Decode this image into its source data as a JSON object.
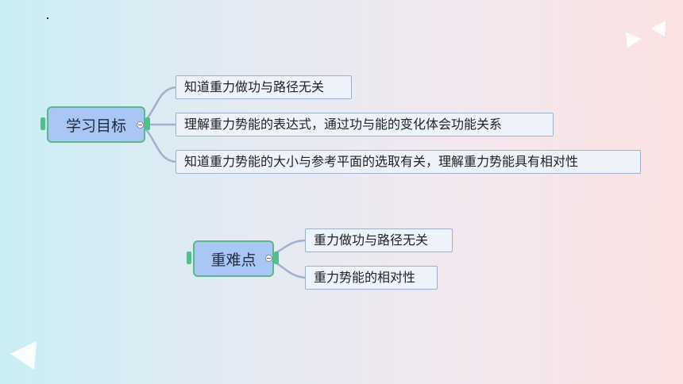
{
  "mindmap": {
    "groups": [
      {
        "central": "学习目标",
        "topics": [
          "知道重力做功与路径无关",
          "理解重力势能的表达式，通过功与能的变化体会功能关系",
          "知道重力势能的大小与参考平面的选取有关，理解重力势能具有相对性"
        ]
      },
      {
        "central": "重难点",
        "topics": [
          "重力做功与路径无关",
          "重力势能的相对性"
        ]
      }
    ]
  },
  "colors": {
    "central_fill": "#a9c6f4",
    "central_border": "#5cb88a",
    "topic_fill": "#eef2fb",
    "topic_border": "#9fb0cc",
    "connector": "#9fb0cc"
  },
  "decorations": [
    "play-arrow-icon",
    "back-arrow-icon",
    "left-triangle-icon"
  ]
}
